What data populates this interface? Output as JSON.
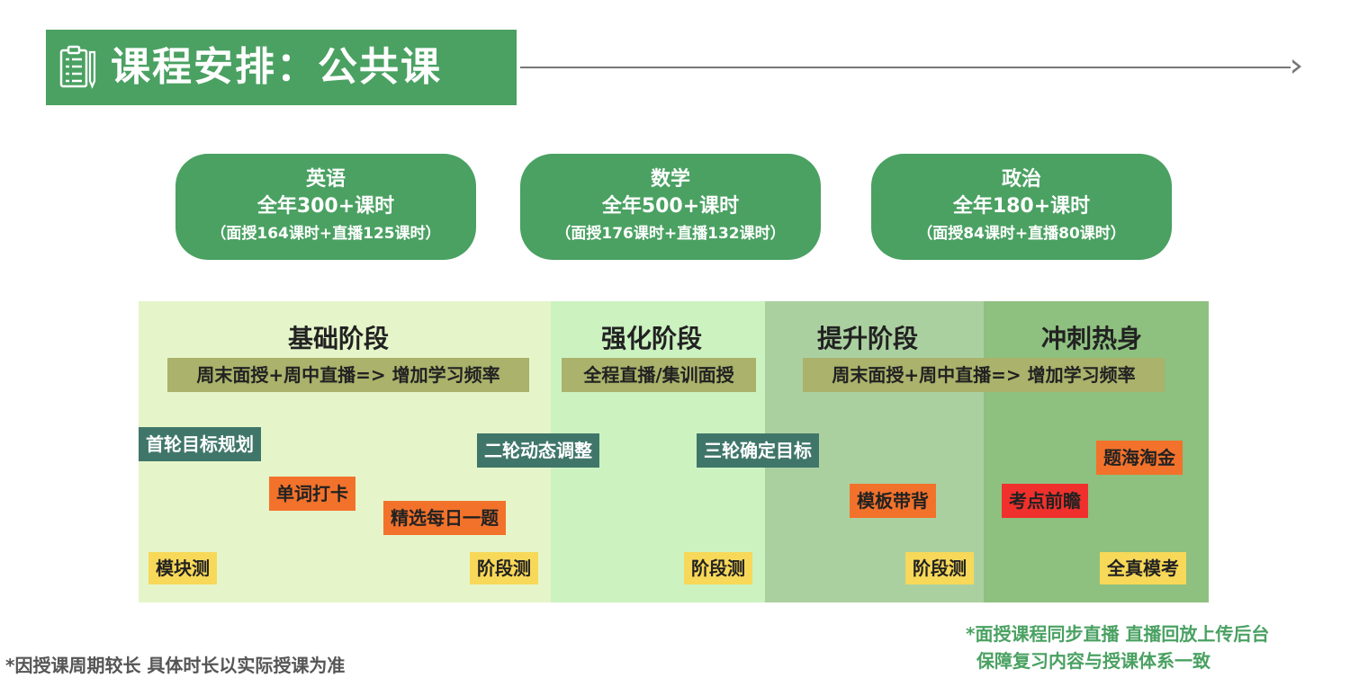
{
  "title": {
    "icon": "clipboard-checklist-icon",
    "text": "课程安排：公共课"
  },
  "subjects": [
    {
      "name": "英语",
      "hours": "全年300+课时",
      "detail": "（面授164课时+直播125课时）"
    },
    {
      "name": "数学",
      "hours": "全年500+课时",
      "detail": "（面授176课时+直播132课时）"
    },
    {
      "name": "政治",
      "hours": "全年180+课时",
      "detail": "（面授84课时+直播80课时）"
    }
  ],
  "phases": [
    {
      "title": "基础阶段",
      "color": "#e5f5c9"
    },
    {
      "title": "强化阶段",
      "color": "#ccf2c0"
    },
    {
      "title": "提升阶段",
      "color": "#abd0a0"
    },
    {
      "title": "冲刺热身",
      "color": "#8ec07f"
    }
  ],
  "banners": [
    "周末面授+周中直播=> 增加学习频率",
    "全程直播/集训面授",
    "周末面授+周中直播=> 增加学习频率"
  ],
  "tags": {
    "first_round": "首轮目标规划",
    "second_round": "二轮动态调整",
    "third_round": "三轮确定目标",
    "word_checkin": "单词打卡",
    "daily_question": "精选每日一题",
    "template_recite": "模板带背",
    "key_points": "考点前瞻",
    "question_gold": "题海淘金",
    "module_test": "模块测",
    "stage_test_1": "阶段测",
    "stage_test_2": "阶段测",
    "stage_test_3": "阶段测",
    "full_mock": "全真模考"
  },
  "colors": {
    "brand_green": "#4aa162",
    "dark_tag": "#40766a",
    "orange_tag": "#f3722b",
    "red_tag": "#f0302c",
    "yellow_tag": "#f7d858",
    "banner": "#aab26b"
  },
  "footnotes": {
    "left": "*因授课周期较长 具体时长以实际授课为准",
    "right_line1": "*面授课程同步直播 直播回放上传后台",
    "right_line2": "保障复习内容与授课体系一致"
  }
}
